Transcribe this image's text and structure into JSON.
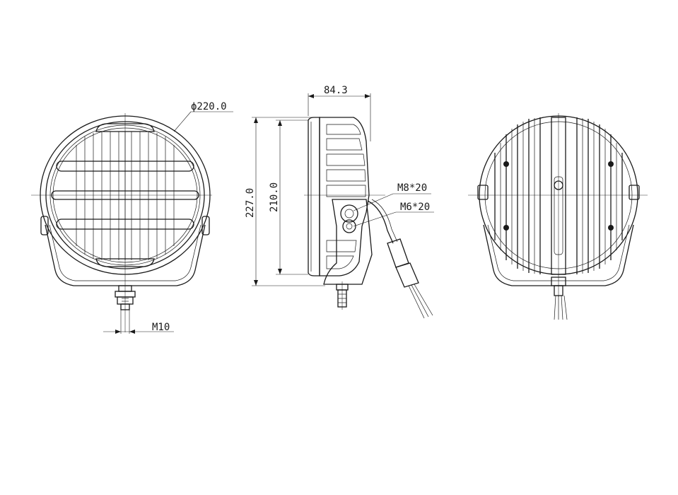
{
  "dimensions": {
    "diameter": "ϕ220.0",
    "depth": "84.3",
    "total_height": "227.0",
    "lens_height": "210.0",
    "bracket_bolt": "M8*20",
    "mount_bolt": "M6*20",
    "stud_thread": "M10"
  },
  "colors": {
    "line": "#1a1a1a",
    "background": "#ffffff"
  }
}
